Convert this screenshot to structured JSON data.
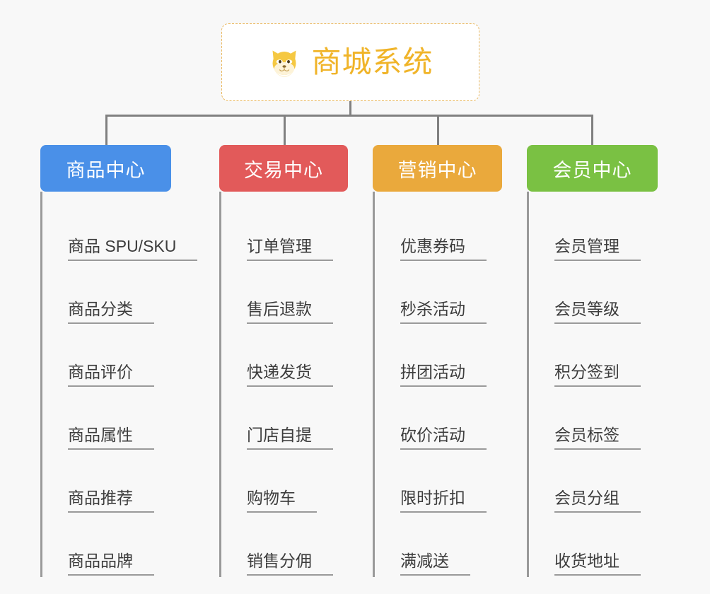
{
  "page": {
    "background_color": "#f8f8f8",
    "connector_color": "#9a9a9a"
  },
  "root": {
    "title": "商城系统",
    "icon": "shiba-dog-face-icon",
    "text_color": "#f0b429",
    "border_color": "#eab961",
    "background_color": "#ffffff"
  },
  "columns": [
    {
      "label": "商品中心",
      "color": "#4a90e8",
      "items": [
        "商品 SPU/SKU",
        "商品分类",
        "商品评价",
        "商品属性",
        "商品推荐",
        "商品品牌"
      ]
    },
    {
      "label": "交易中心",
      "color": "#e25a5a",
      "items": [
        "订单管理",
        "售后退款",
        "快递发货",
        "门店自提",
        "购物车",
        "销售分佣"
      ]
    },
    {
      "label": "营销中心",
      "color": "#eaa93c",
      "items": [
        "优惠券码",
        "秒杀活动",
        "拼团活动",
        "砍价活动",
        "限时折扣",
        "满减送"
      ]
    },
    {
      "label": "会员中心",
      "color": "#7ac143",
      "items": [
        "会员管理",
        "会员等级",
        "积分签到",
        "会员标签",
        "会员分组",
        "收货地址"
      ]
    }
  ]
}
